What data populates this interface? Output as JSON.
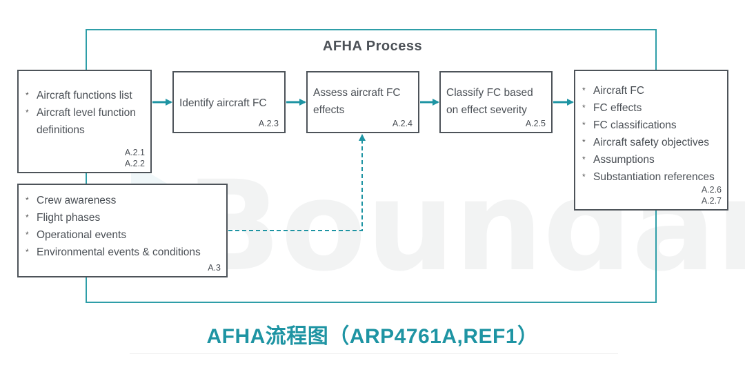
{
  "diagram": {
    "title": "AFHA Process",
    "caption": "AFHA流程图（ARP4761A,REF1）",
    "accent_color": "#2e9ea8",
    "box_border_color": "#4d5359",
    "watermark_text": "Boundary.AI",
    "inputs": {
      "items": [
        "Aircraft functions list",
        "Aircraft level function definitions"
      ],
      "refs": [
        "A.2.1",
        "A.2.2"
      ]
    },
    "steps": [
      {
        "label": "Identify aircraft FC",
        "ref": "A.2.3"
      },
      {
        "label": "Assess aircraft FC effects",
        "ref": "A.2.4"
      },
      {
        "label": "Classify FC based on effect severity",
        "ref": "A.2.5"
      }
    ],
    "outputs": {
      "items": [
        "Aircraft FC",
        "FC effects",
        "FC classifications",
        "Aircraft safety objectives",
        "Assumptions",
        "Substantiation references"
      ],
      "refs": [
        "A.2.6",
        "A.2.7"
      ]
    },
    "context": {
      "items": [
        "Crew awareness",
        "Flight phases",
        "Operational events",
        "Environmental events & conditions"
      ],
      "refs": [
        "A.3"
      ]
    },
    "bullet_symbol": "*"
  }
}
